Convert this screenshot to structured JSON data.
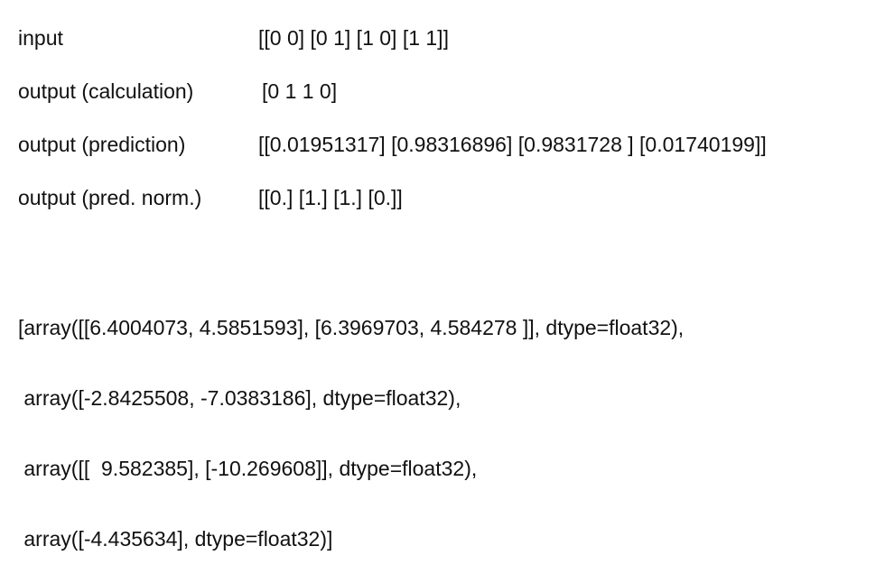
{
  "rows": [
    {
      "label": "input",
      "value": "[[0 0] [0 1] [1 0] [1 1]]"
    },
    {
      "label": "output (calculation)",
      "value": "[0 1 1 0]"
    },
    {
      "label": "output (prediction)",
      "value": "[[0.01951317] [0.98316896] [0.9831728 ] [0.01740199]]"
    },
    {
      "label": "output (pred. norm.)",
      "value": "[[0.] [1.] [1.] [0.]]"
    }
  ],
  "weights": [
    "[array([[6.4004073, 4.5851593], [6.3969703, 4.584278 ]], dtype=float32),",
    " array([-2.8425508, -7.0383186], dtype=float32),",
    " array([[  9.582385], [-10.269608]], dtype=float32),",
    " array([-4.435634], dtype=float32)]"
  ]
}
